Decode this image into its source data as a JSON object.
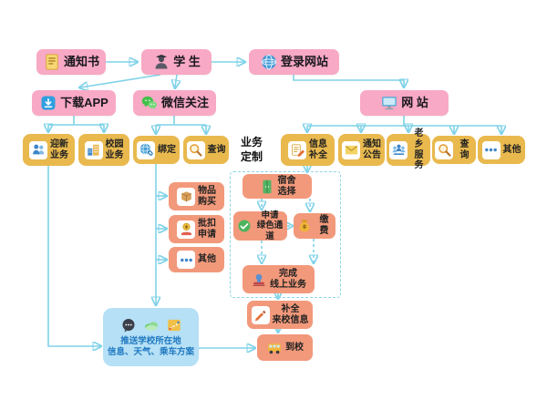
{
  "colors": {
    "pink_box": "#f8a9c5",
    "yellow_box": "#e9b94e",
    "orange_box": "#f2997b",
    "blue_panel": "#b5e0f6",
    "arrow": "#7fd2e8",
    "dashed_border": "#8fd3e8",
    "push_text": "#1f78c0"
  },
  "nodes": {
    "notice": {
      "label": "通知书",
      "icon": "document-icon"
    },
    "student": {
      "label": "学 生",
      "icon": "student-icon"
    },
    "login_site": {
      "label": "登录网站",
      "icon": "globe-icon"
    },
    "download_app": {
      "label": "下载APP",
      "icon": "app-download-icon"
    },
    "wechat_follow": {
      "label": "微信关注",
      "icon": "wechat-icon"
    },
    "website": {
      "label": "网 站",
      "icon": "monitor-icon"
    },
    "welcome_business": {
      "label": "迎新\n业务",
      "icon": "people-icon"
    },
    "campus_business": {
      "label": "校园\n业务",
      "icon": "campus-icon"
    },
    "bind": {
      "label": "绑定",
      "icon": "bind-globe-icon"
    },
    "wechat_query": {
      "label": "查询",
      "icon": "search-icon"
    },
    "business_custom_label": {
      "label": "业务\n定制"
    },
    "info_complete": {
      "label": "信息\n补全",
      "icon": "form-edit-icon"
    },
    "notice_announce": {
      "label": "通知\n公告",
      "icon": "mail-icon"
    },
    "hometown_service": {
      "label": "老乡\n服务",
      "icon": "group-icon"
    },
    "website_query": {
      "label": "查询",
      "icon": "search-icon"
    },
    "website_other": {
      "label": "其他",
      "icon": "ellipsis-icon"
    },
    "goods_purchase": {
      "label": "物品\n购买",
      "icon": "package-icon"
    },
    "batch_deduct": {
      "label": "批扣\n申请",
      "icon": "deduct-icon"
    },
    "wechat_other": {
      "label": "其他",
      "icon": "ellipsis-icon"
    },
    "dorm_select": {
      "label": "宿舍\n选择",
      "icon": "wardrobe-icon"
    },
    "green_channel": {
      "label": "申请\n绿色通道",
      "icon": "green-channel-icon"
    },
    "pay_fee": {
      "label": "缴费",
      "icon": "money-bag-icon"
    },
    "finish_online": {
      "label": "完成\n线上业务",
      "icon": "stamp-icon"
    },
    "arrival_info": {
      "label": "补全\n来校信息",
      "icon": "pencil-icon"
    },
    "arrive_school": {
      "label": "到校",
      "icon": "school-bus-icon"
    },
    "push_info": {
      "label": "推送学校所在地\n信息、天气、乘车方案",
      "icons": [
        "chat-icon",
        "weather-cloud-icon",
        "route-map-icon"
      ]
    }
  },
  "edges": [
    {
      "from": "notice",
      "to": "student"
    },
    {
      "from": "student",
      "to": "login_site"
    },
    {
      "from": "student",
      "to": "download_app"
    },
    {
      "from": "student",
      "to": "wechat_follow"
    },
    {
      "from": "login_site",
      "to": "website"
    },
    {
      "from": "download_app",
      "to": "welcome_business"
    },
    {
      "from": "download_app",
      "to": "campus_business"
    },
    {
      "from": "wechat_follow",
      "to": "bind"
    },
    {
      "from": "wechat_follow",
      "to": "wechat_query"
    },
    {
      "from": "website",
      "to": "info_complete"
    },
    {
      "from": "website",
      "to": "notice_announce"
    },
    {
      "from": "website",
      "to": "hometown_service"
    },
    {
      "from": "website",
      "to": "website_query"
    },
    {
      "from": "website",
      "to": "website_other"
    },
    {
      "from": "info_complete",
      "to": "dorm_select"
    },
    {
      "from": "dorm_select",
      "to": "green_channel"
    },
    {
      "from": "dorm_select",
      "to": "pay_fee"
    },
    {
      "from": "green_channel",
      "to": "pay_fee"
    },
    {
      "from": "green_channel",
      "to": "finish_online"
    },
    {
      "from": "pay_fee",
      "to": "finish_online"
    },
    {
      "from": "finish_online",
      "to": "arrival_info"
    },
    {
      "from": "arrival_info",
      "to": "arrive_school"
    },
    {
      "from": "bind",
      "to": "goods_purchase"
    },
    {
      "from": "bind",
      "to": "batch_deduct"
    },
    {
      "from": "bind",
      "to": "wechat_other"
    },
    {
      "from": "bind",
      "to": "push_info"
    },
    {
      "from": "welcome_business",
      "to": "push_info"
    },
    {
      "from": "push_info",
      "to": "arrive_school"
    }
  ]
}
